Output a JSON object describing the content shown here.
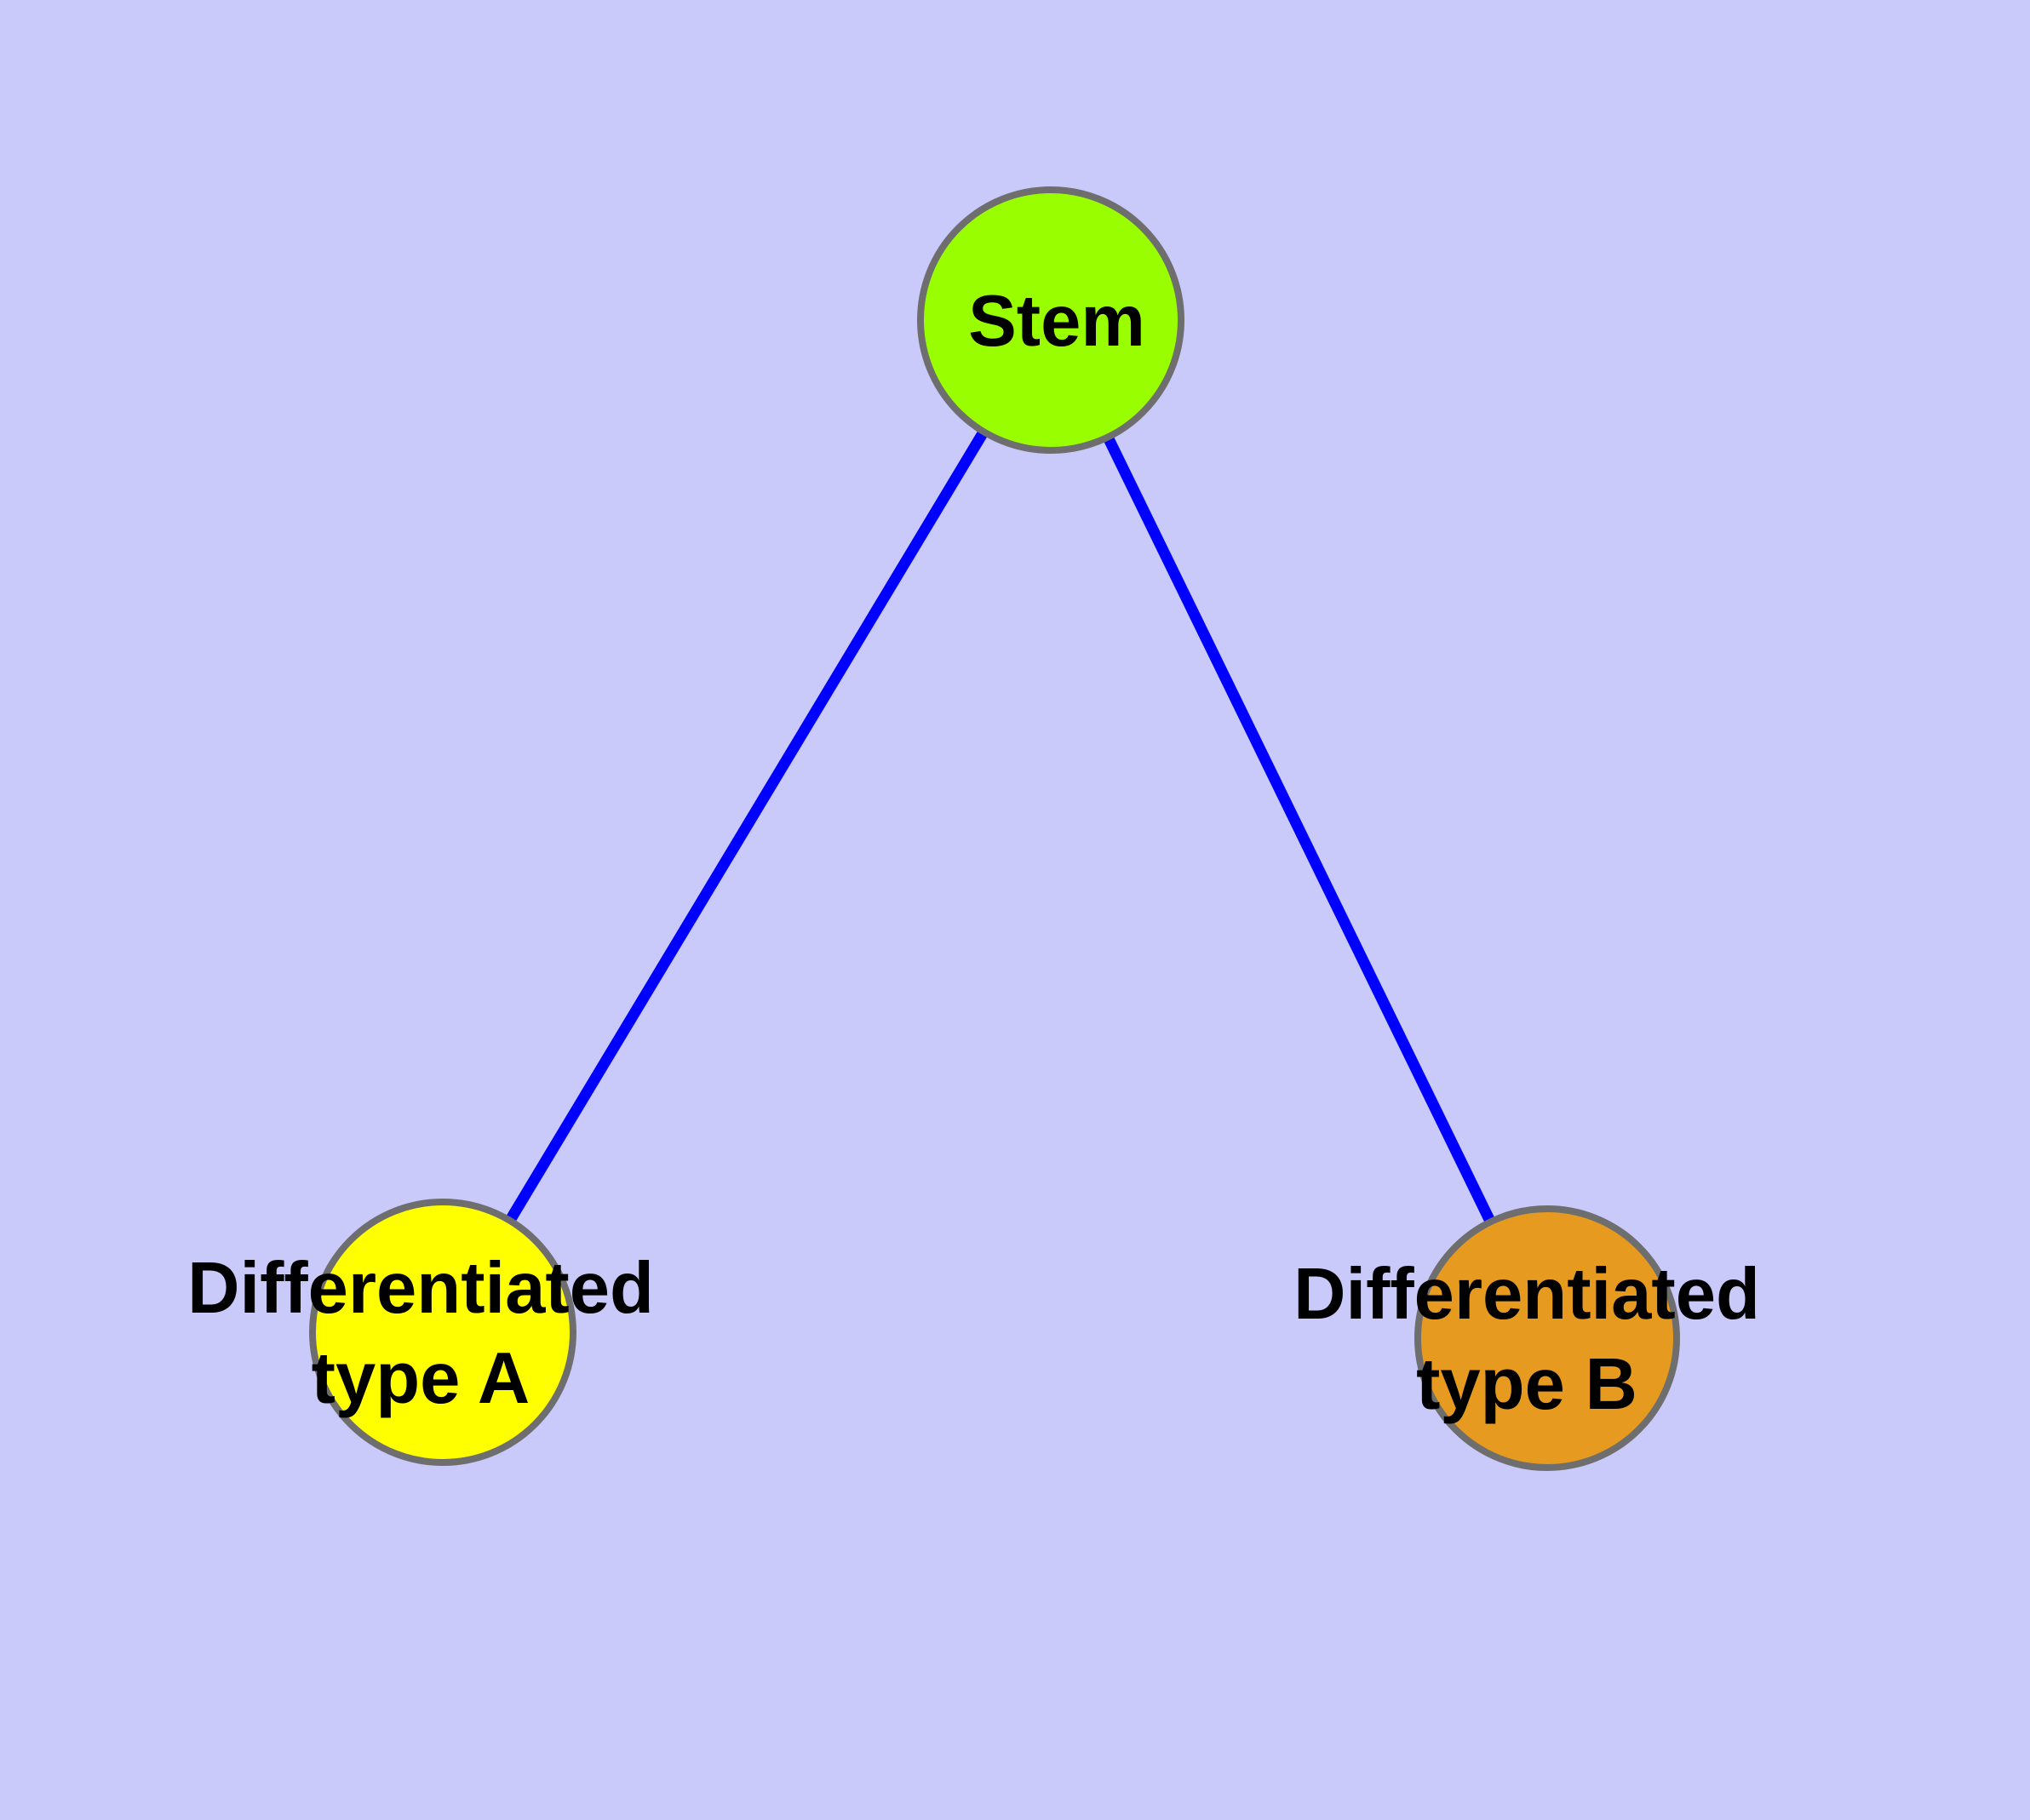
{
  "diagram": {
    "type": "node-link-graph",
    "description": "Tree diagram of a stem cell differentiating into two cell types",
    "colors": {
      "background": "#C9C9FA",
      "edge": "#0000FF",
      "node_border": "#6E6E6E",
      "text": "#000000",
      "stem_node": "#99FF00",
      "type_a_node": "#FFFF00",
      "type_b_node": "#E69A20"
    },
    "nodes": [
      {
        "id": "stem",
        "label": "Stem",
        "color": "#99FF00",
        "shape": "circle"
      },
      {
        "id": "differentiated-type-a",
        "label": "Differentiated type A",
        "label_line1": "Differentiated",
        "label_line2": "type A",
        "color": "#FFFF00",
        "shape": "circle"
      },
      {
        "id": "differentiated-type-b",
        "label": "Differentiated type B",
        "label_line1": "Differentiated",
        "label_line2": "type B",
        "color": "#E69A20",
        "shape": "circle"
      }
    ],
    "edges": [
      {
        "from": "Stem",
        "to": "Differentiated type A"
      },
      {
        "from": "Stem",
        "to": "Differentiated type B"
      }
    ]
  }
}
